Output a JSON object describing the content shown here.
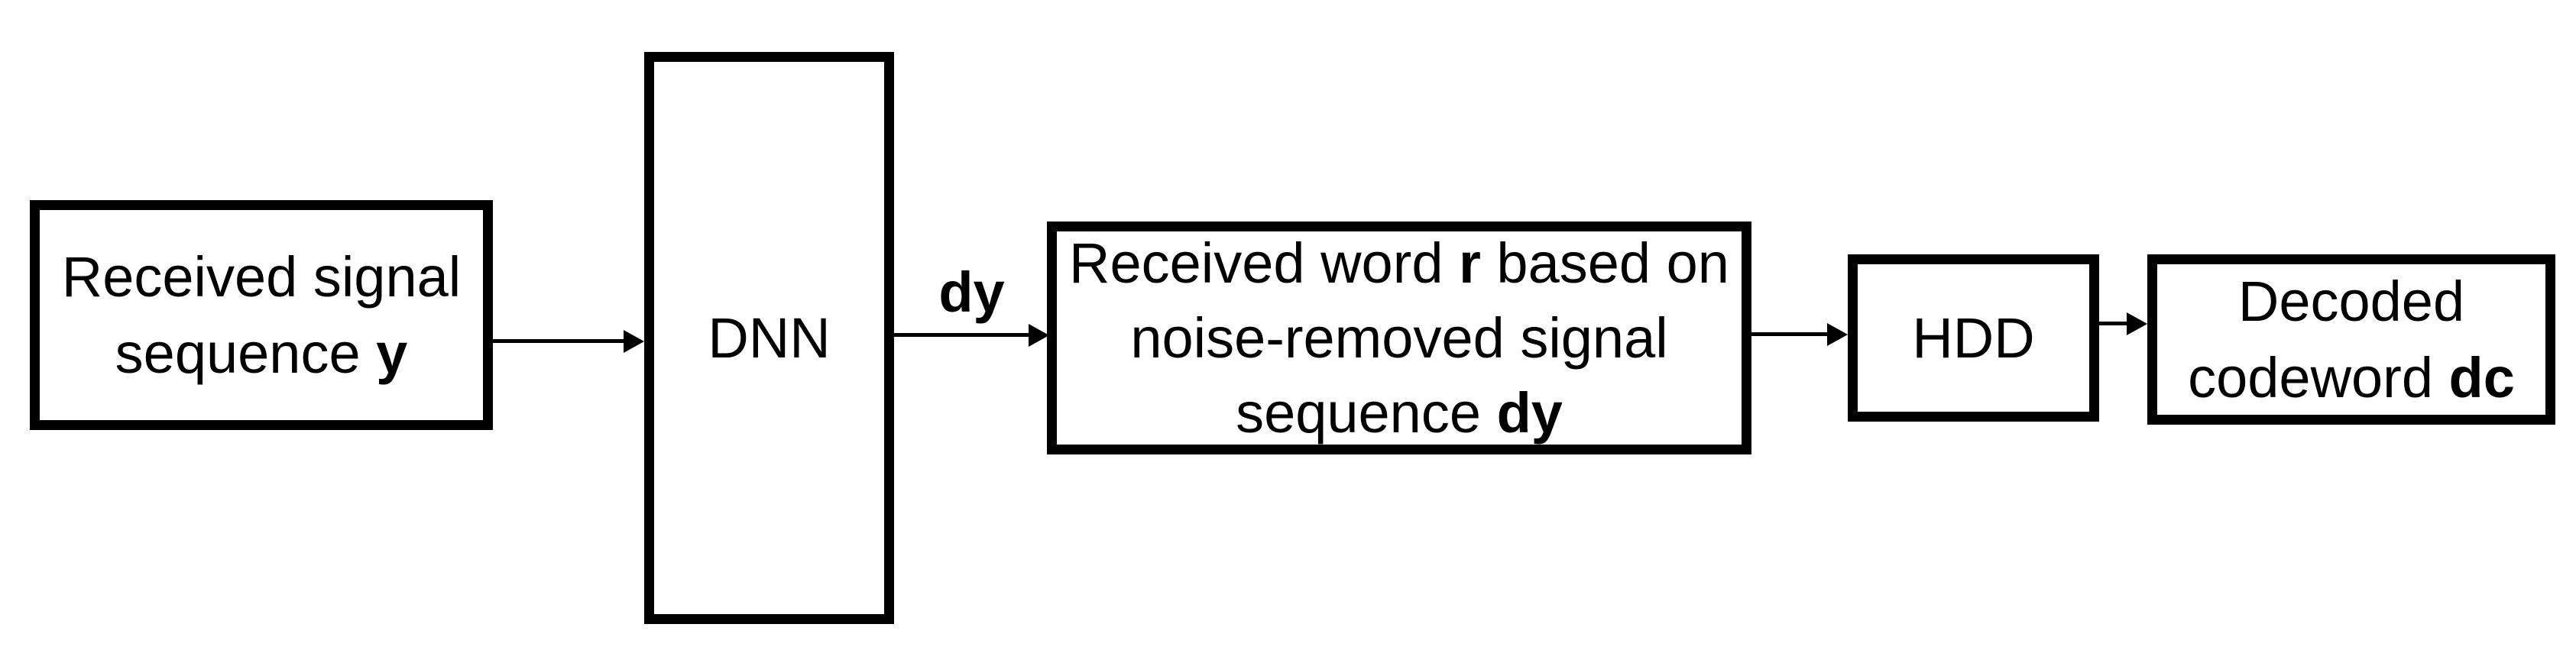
{
  "colors": {
    "background": "#ffffff",
    "box_fill": "#ffffff",
    "box_stroke": "#000000",
    "arrow": "#000000",
    "text": "#000000"
  },
  "nodes": {
    "received_signal": {
      "lines": [
        [
          {
            "t": "Received signal"
          }
        ],
        [
          {
            "t": "sequence "
          },
          {
            "t": "y"
          }
        ]
      ]
    },
    "dnn": {
      "lines": [
        [
          {
            "t": "DNN"
          }
        ]
      ]
    },
    "received_word": {
      "lines": [
        [
          {
            "t": "Received word "
          },
          {
            "t": "r"
          },
          {
            "t": " based on"
          }
        ],
        [
          {
            "t": "noise-removed signal"
          }
        ],
        [
          {
            "t": "sequence "
          },
          {
            "t": "dy"
          }
        ]
      ]
    },
    "hdd": {
      "lines": [
        [
          {
            "t": "HDD"
          }
        ]
      ]
    },
    "decoded": {
      "lines": [
        [
          {
            "t": "Decoded"
          }
        ],
        [
          {
            "t": "codeword "
          },
          {
            "t": "dc"
          }
        ]
      ]
    }
  },
  "edge_labels": {
    "dnn_to_received_word": "dy"
  }
}
